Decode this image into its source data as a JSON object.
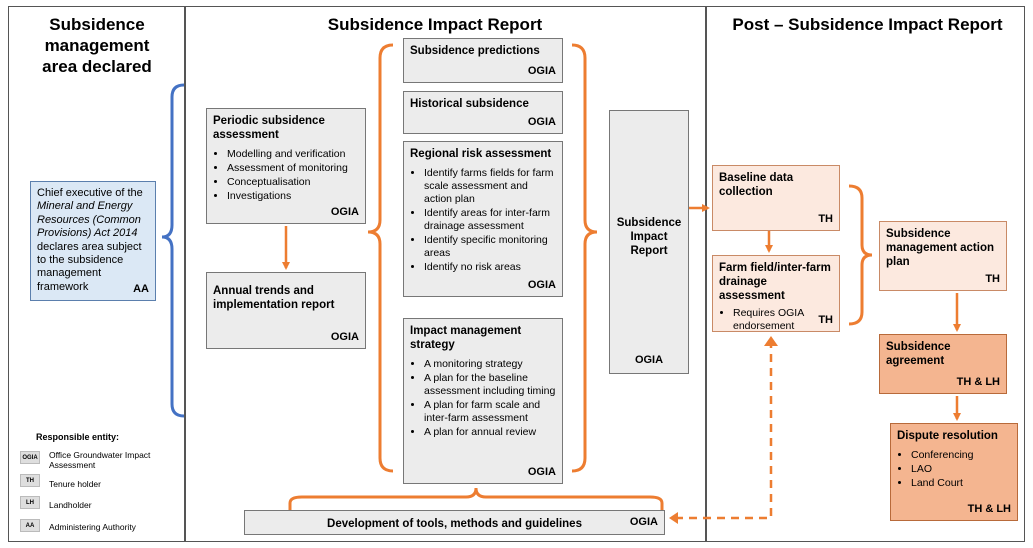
{
  "headings": {
    "col1": "Subsidence management area declared",
    "col2": "Subsidence Impact Report",
    "col3": "Post – Subsidence Impact Report"
  },
  "chief": {
    "line1": "Chief executive of the",
    "italic": "Mineral and Energy Resources (Common Provisions) Act 2014",
    "line2": "declares area subject to the subsidence management framework",
    "tag": "AA"
  },
  "periodic": {
    "title": "Periodic subsidence assessment",
    "items": [
      "Modelling and verification",
      "Assessment of monitoring",
      "Conceptualisation",
      "Investigations"
    ],
    "tag": "OGIA"
  },
  "annual": {
    "title": "Annual trends and implementation report",
    "tag": "OGIA"
  },
  "predictions": {
    "title": "Subsidence predictions",
    "tag": "OGIA"
  },
  "historical": {
    "title": "Historical subsidence",
    "tag": "OGIA"
  },
  "regional": {
    "title": "Regional risk assessment",
    "items": [
      "Identify farms fields for farm scale assessment and action plan",
      "Identify areas for inter-farm drainage assessment",
      "Identify specific monitoring areas",
      "Identify no risk areas"
    ],
    "tag": "OGIA"
  },
  "impact": {
    "title": "Impact management strategy",
    "items": [
      "A monitoring strategy",
      "A plan for the baseline assessment including timing",
      "A plan for farm scale and inter-farm assessment",
      "A plan for annual review"
    ],
    "tag": "OGIA"
  },
  "sir": {
    "title": "Subsidence Impact Report",
    "tag": "OGIA"
  },
  "tools": {
    "title": "Development of tools, methods and guidelines",
    "tag": "OGIA"
  },
  "baseline": {
    "title": "Baseline data collection",
    "tag": "TH"
  },
  "farm": {
    "title": "Farm field/inter-farm drainage assessment",
    "items": [
      "Requires OGIA endorsement"
    ],
    "tag": "TH"
  },
  "action": {
    "title": "Subsidence management action plan",
    "tag": "TH"
  },
  "agreement": {
    "title": "Subsidence agreement",
    "tag": "TH & LH"
  },
  "dispute": {
    "title": "Dispute resolution",
    "items": [
      "Conferencing",
      "LAO",
      "Land Court"
    ],
    "tag": "TH & LH"
  },
  "legend": {
    "title": "Responsible entity:",
    "entries": [
      {
        "code": "OGIA",
        "label": "Office Groundwater Impact Assessment"
      },
      {
        "code": "TH",
        "label": "Tenure holder"
      },
      {
        "code": "LH",
        "label": "Landholder"
      },
      {
        "code": "AA",
        "label": "Administering Authority"
      }
    ]
  },
  "colors": {
    "arrow": "#ed7d31",
    "blue_brace": "#4472c4"
  }
}
